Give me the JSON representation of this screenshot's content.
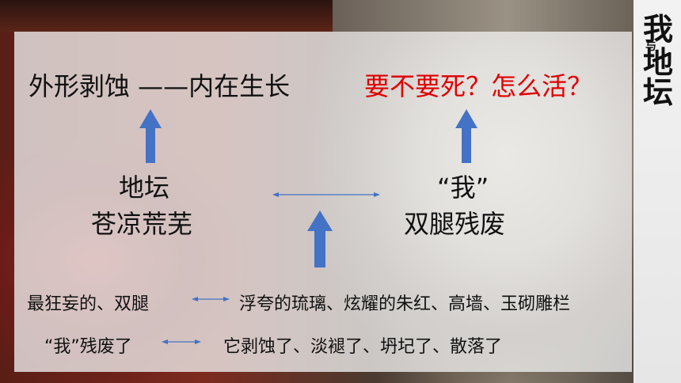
{
  "slide": {
    "top_left": "外形剥蚀 ——内在生长",
    "top_right": "要不要死？怎么活？",
    "mid_left_line1": "地坛",
    "mid_left_line2": "苍凉荒芜",
    "mid_right_line1": "“我”",
    "mid_right_line2": "双腿残废",
    "row1_left": "最狂妄的、双腿",
    "row1_right": "浮夸的琉璃、炫耀的朱红、高墙、玉砌雕栏",
    "row2_left": "“我”残废了",
    "row2_right": "它剥蚀了、淡褪了、坍圮了、散落了"
  },
  "logo": {
    "char1": "我",
    "char2": "与",
    "char3": "地",
    "char4": "坛"
  },
  "colors": {
    "arrow": "#4472c4",
    "highlight": "#e00000",
    "double_arrow": "#4472c4"
  }
}
